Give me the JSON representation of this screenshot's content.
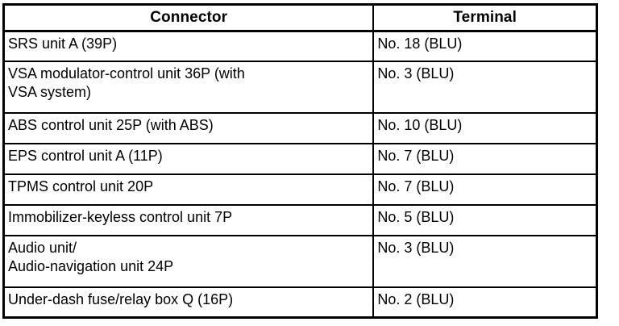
{
  "table": {
    "columns": [
      {
        "key": "connector",
        "label": "Connector"
      },
      {
        "key": "terminal",
        "label": "Terminal"
      }
    ],
    "rows": [
      {
        "connector": "SRS unit A (39P)",
        "terminal": "No. 18 (BLU)",
        "lines": 1
      },
      {
        "connector": "VSA modulator-control unit 36P (with\nVSA system)",
        "terminal": "No. 3 (BLU)",
        "lines": 2
      },
      {
        "connector": "ABS control unit 25P (with ABS)",
        "terminal": "No. 10 (BLU)",
        "lines": 1
      },
      {
        "connector": "EPS control unit A (11P)",
        "terminal": "No. 7 (BLU)",
        "lines": 1
      },
      {
        "connector": "TPMS control unit 20P",
        "terminal": "No. 7 (BLU)",
        "lines": 1
      },
      {
        "connector": "Immobilizer-keyless control unit 7P",
        "terminal": "No. 5 (BLU)",
        "lines": 1
      },
      {
        "connector": "Audio unit/\nAudio-navigation unit 24P",
        "terminal": "No. 3 (BLU)",
        "lines": 2
      },
      {
        "connector": "Under-dash fuse/relay box Q (16P)",
        "terminal": "No. 2 (BLU)",
        "lines": 1
      }
    ]
  },
  "colors": {
    "background": "#ffffff",
    "text": "#000000",
    "rule": "#000000"
  }
}
